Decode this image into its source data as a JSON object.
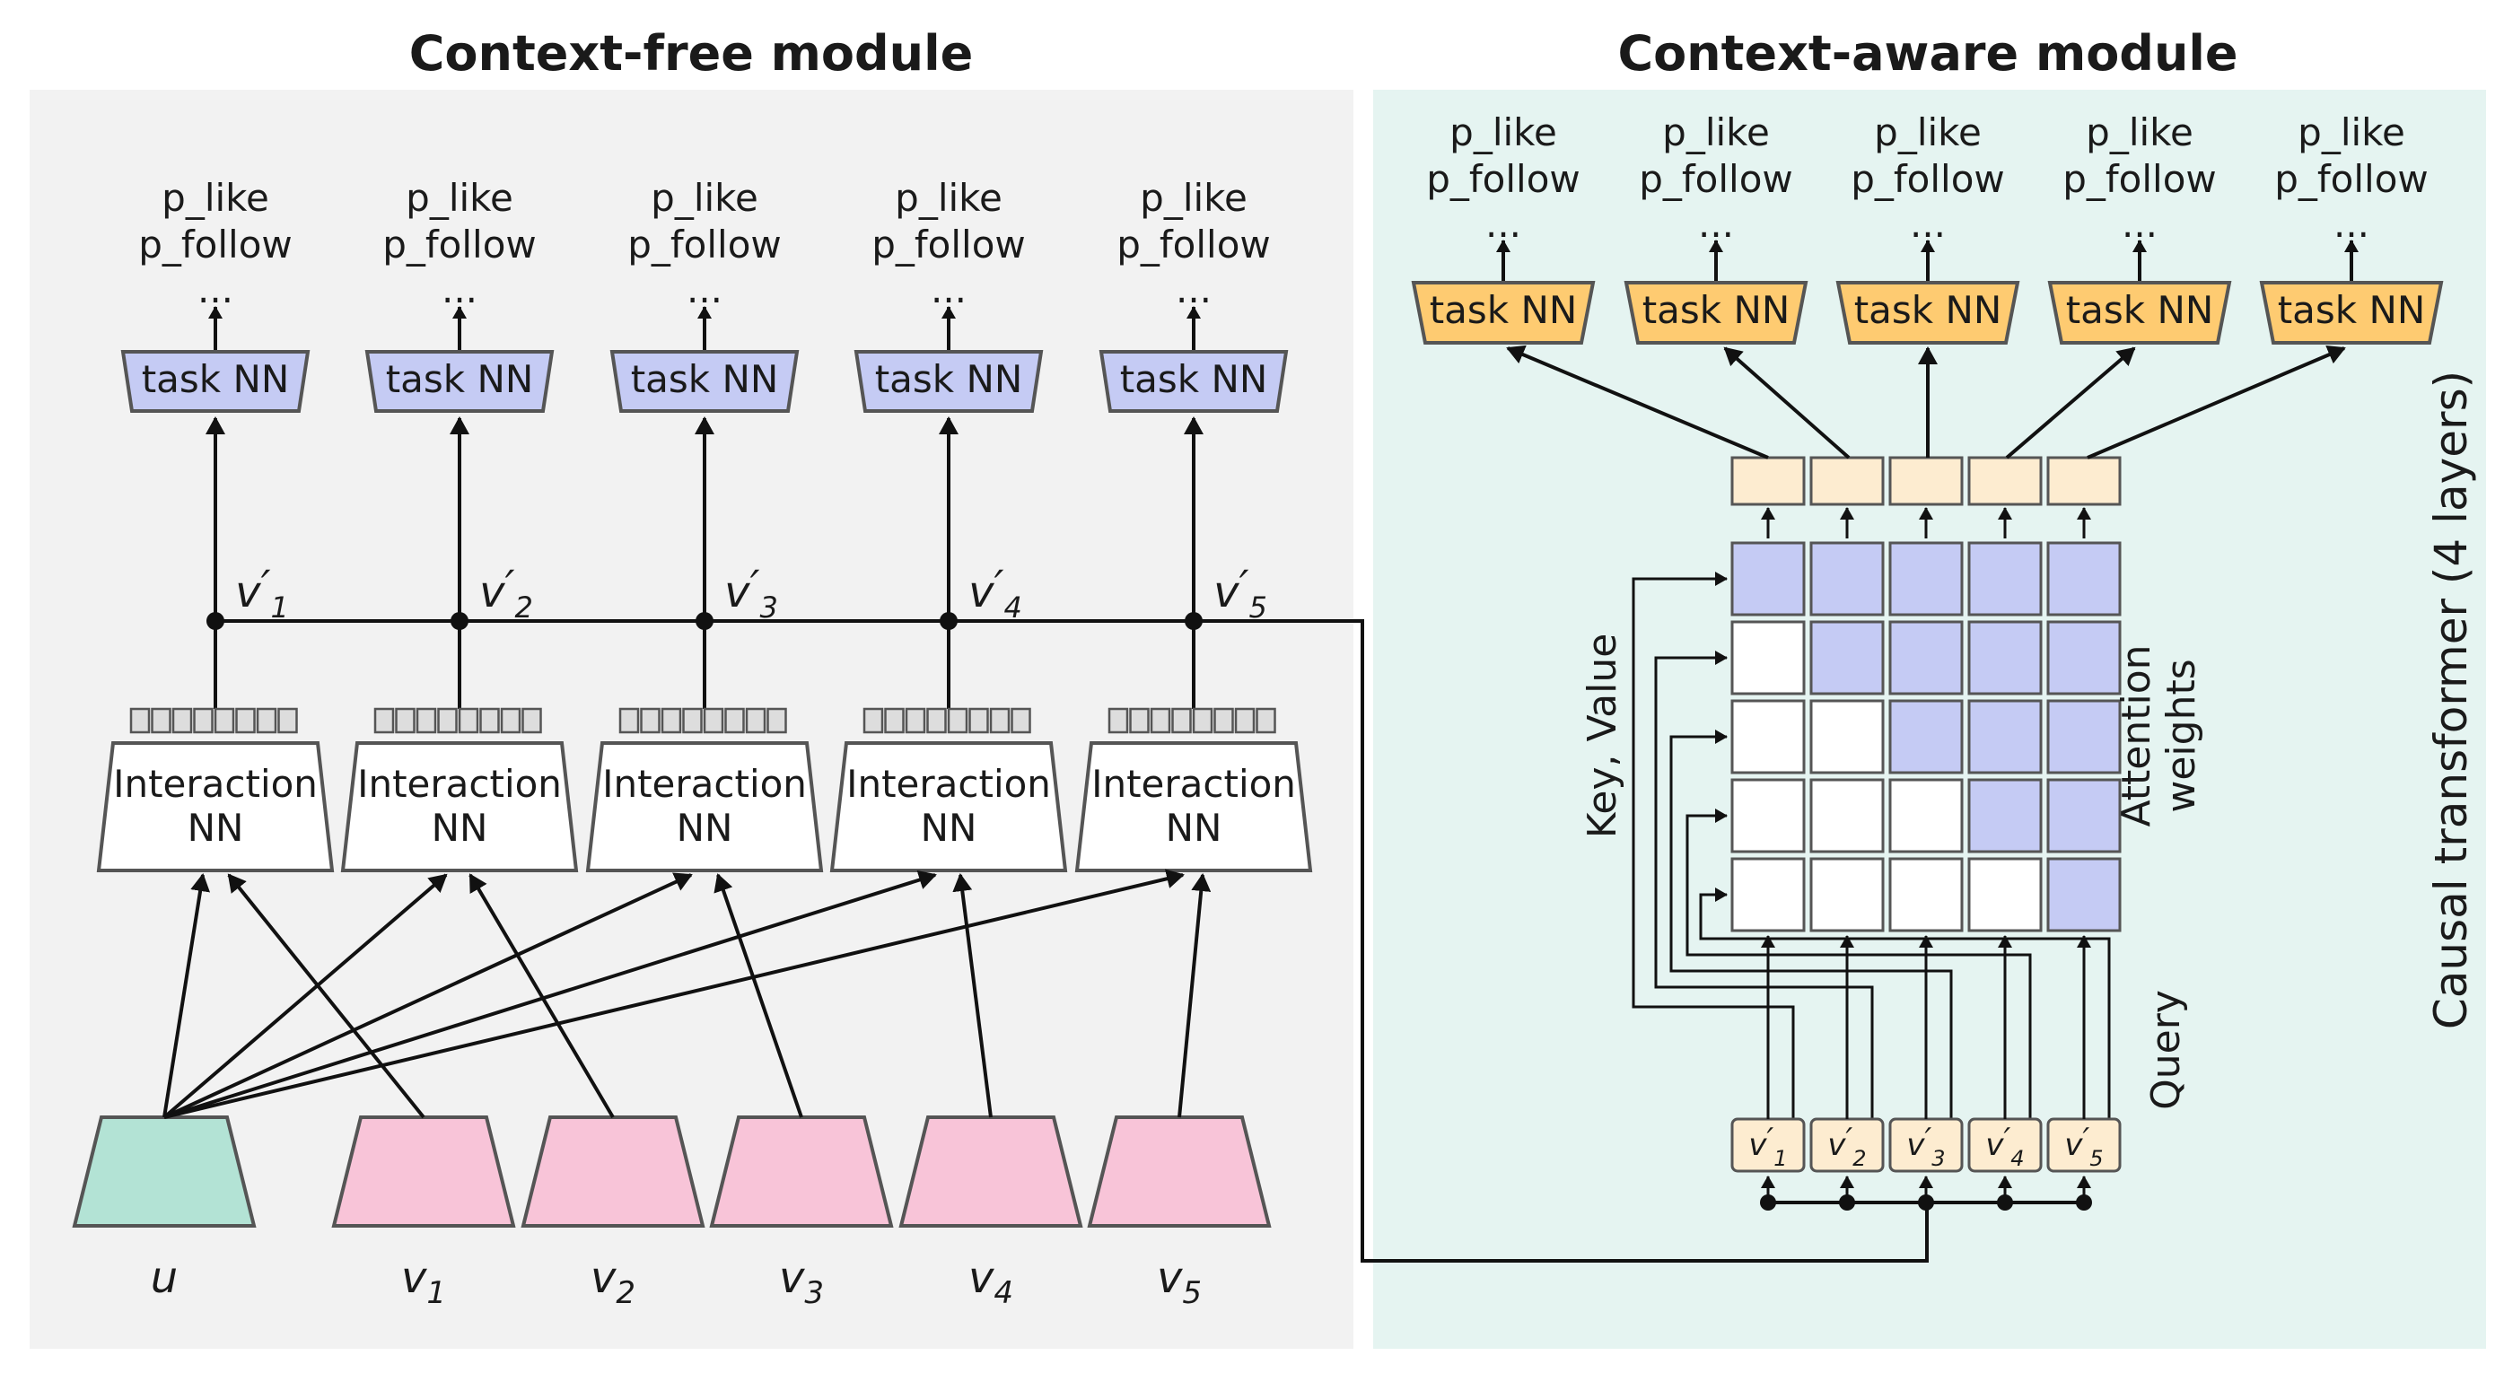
{
  "titles": {
    "left": "Context-free module",
    "right": "Context-aware module"
  },
  "left": {
    "outputs": [
      "p_like",
      "p_follow",
      "..."
    ],
    "task_nn": "task NN",
    "interaction_nn": [
      "Interaction",
      "NN"
    ],
    "embeddings": [
      "v'1",
      "v'2",
      "v'3",
      "v'4",
      "v'5"
    ],
    "inputs": [
      "u",
      "v1",
      "v2",
      "v3",
      "v4",
      "v5"
    ]
  },
  "right": {
    "outputs": [
      "p_like",
      "p_follow",
      "..."
    ],
    "task_nn": "task NN",
    "tokens": [
      "v'1",
      "v'2",
      "v'3",
      "v'4",
      "v'5"
    ],
    "key_value_label": "Key, Value",
    "attention_label": [
      "Attention",
      "weights"
    ],
    "query_label": "Query",
    "side_label": "Causal transformer (4 layers)"
  },
  "colors": {
    "left_panel_bg": "#f2f2f2",
    "right_panel_bg": "#e5f4f1",
    "task_nn_blue": "#c5cbf4",
    "task_nn_orange": "#fecb71",
    "user_green": "#b3e3d5",
    "item_pink": "#f8c4d8",
    "attention_filled": "#c5cbf4",
    "token_fill": "#fdecd0"
  }
}
